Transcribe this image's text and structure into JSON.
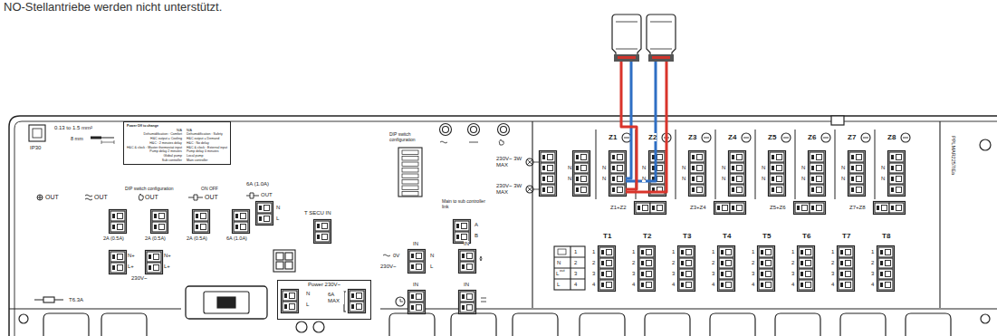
{
  "diagram": {
    "nodes": [
      {
        "text": [
          "Power Off to change",
          "N/A",
          "N/A",
          "Dehumidification : Comfort",
          "Dehumidification : Safety",
          "H&C output = Cooling",
          "H&C output = Demand",
          "H&C : 2 minutes delay",
          "H&C : No delay",
          "H&C & clock : Master thermostat input",
          "H&C & clock : External input",
          "Pump delay 2 minutes",
          "Pump delay 0 minutes",
          "Global pump",
          "Local pump",
          "Sub controller",
          "Main controller"
        ]
      },
      {
        "text": [
          "Power 230V~"
        ]
      }
    ],
    "labels": [
      "NO-Stellantriebe werden nicht unterstützt.",
      "0.13 to 1.5 mm²",
      "8 mm",
      "IP30",
      "DIP switch configuration",
      "ON OFF",
      "OUT",
      "OUT",
      "OUT",
      "OUT",
      "6A (1.0A)",
      "OUT",
      "N",
      "L",
      "2A (0.5A)",
      "2A (0.5A)",
      "2A (0.5A)",
      "6A (1.0A)",
      "N+",
      "L+",
      "N+",
      "L+",
      "230V~",
      "T6.3A",
      "N",
      "L",
      "6A MAX",
      "T SECU IN",
      "DIP switch configuration",
      "Main to sub controller link",
      "A",
      "B",
      "IN",
      "0V",
      "230V~",
      "N",
      "L",
      "IN",
      "IN",
      "IN",
      "230V~ 3W MAX",
      "230V~ 3W MAX",
      "N",
      "N",
      "PPLMAR2257IEa",
      "Z1",
      "N",
      "N",
      "Z2",
      "N",
      "N",
      "Z3",
      "N",
      "N",
      "Z4",
      "N",
      "N",
      "Z5",
      "N",
      "N",
      "Z6",
      "N",
      "N",
      "Z7",
      "N",
      "N",
      "Z8",
      "N",
      "N",
      "Z1+Z2",
      "Z3+Z4",
      "Z5+Z6",
      "Z7+Z8",
      "1",
      "N",
      "2",
      "L",
      "out",
      "3",
      "L",
      "4",
      "T1",
      "1",
      "2",
      "3",
      "4",
      "T2",
      "1",
      "2",
      "3",
      "4",
      "T3",
      "1",
      "2",
      "3",
      "4",
      "T4",
      "1",
      "2",
      "3",
      "4",
      "T5",
      "1",
      "2",
      "3",
      "4",
      "T6",
      "1",
      "2",
      "3",
      "4",
      "T7",
      "1",
      "2",
      "3",
      "4",
      "T8",
      "1",
      "2",
      "3",
      "4"
    ]
  }
}
